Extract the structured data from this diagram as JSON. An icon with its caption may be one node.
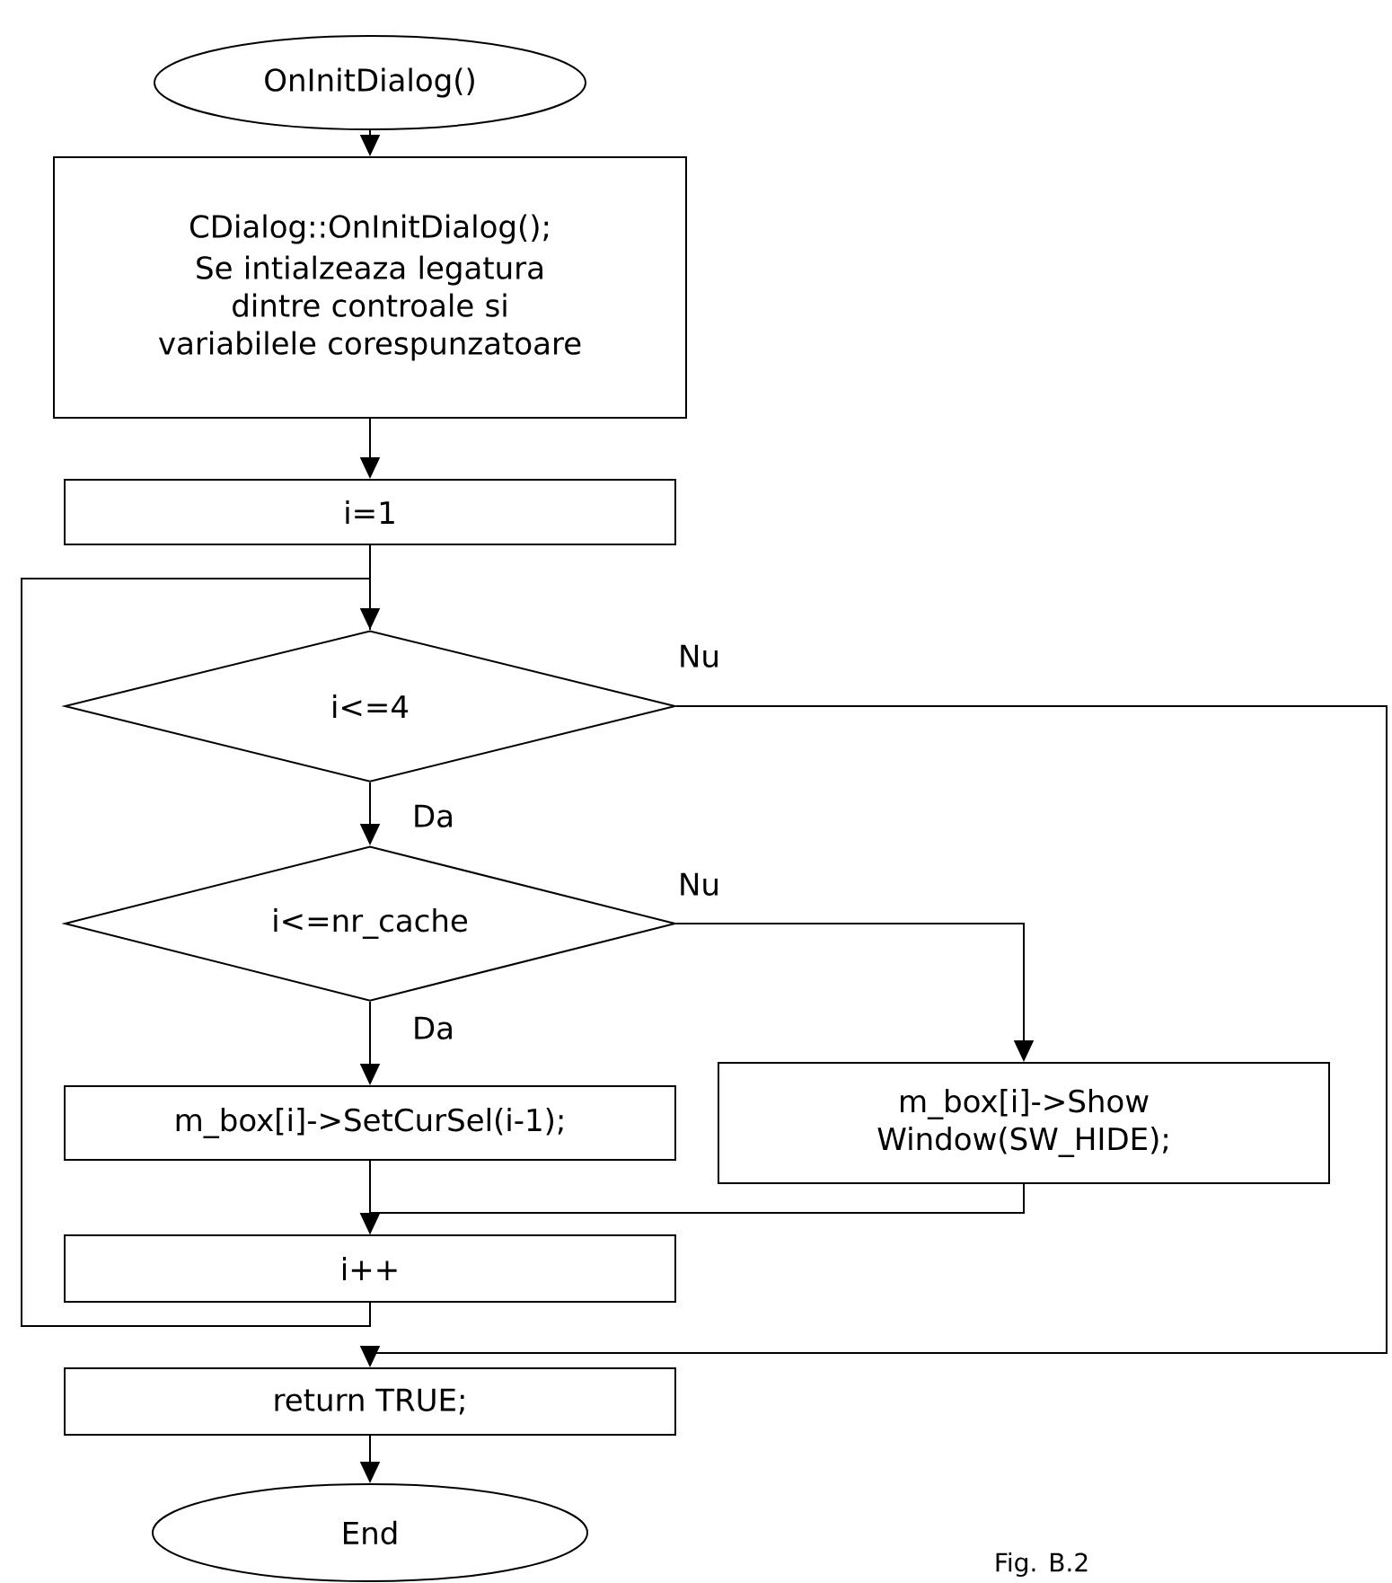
{
  "diagram": {
    "caption": "Fig. B.2",
    "nodes": [
      {
        "text": [
          "OnInitDialog()"
        ]
      },
      {
        "text": [
          "CDialog::OnInitDialog();",
          "Se intialzeaza legatura dintre controale si variabilele corespunzatoare"
        ]
      },
      {
        "text": [
          "i=1"
        ]
      },
      {
        "text": [
          "i<=4"
        ]
      },
      {
        "text": [
          "i<=nr_cache"
        ]
      },
      {
        "text": [
          "m_box[i]->SetCurSel(i-1);"
        ]
      },
      {
        "text": [
          "m_box[i]->Show Window(SW_HIDE);"
        ]
      },
      {
        "text": [
          "i++"
        ]
      },
      {
        "text": [
          "return TRUE;"
        ]
      },
      {
        "text": [
          "End"
        ]
      }
    ],
    "edges": [
      {
        "from": 0,
        "to": 1,
        "arrow": "to"
      },
      {
        "from": 1,
        "to": 2,
        "arrow": "to"
      },
      {
        "from": 2,
        "to": 3,
        "arrow": "none"
      },
      {
        "from": 3,
        "to": 4,
        "arrow": "to",
        "label": "Da"
      },
      {
        "from": 3,
        "to": 8,
        "arrow": "to",
        "label": "Nu"
      },
      {
        "from": 4,
        "to": 5,
        "arrow": "to",
        "label": "Da"
      },
      {
        "from": 4,
        "to": 6,
        "arrow": "to",
        "label": "Nu"
      },
      {
        "from": 5,
        "to": 7,
        "arrow": "to"
      },
      {
        "from": 6,
        "to": 7,
        "arrow": "to"
      },
      {
        "from": 7,
        "to": 3,
        "arrow": "to"
      },
      {
        "from": 8,
        "to": 9,
        "arrow": "to"
      }
    ]
  }
}
